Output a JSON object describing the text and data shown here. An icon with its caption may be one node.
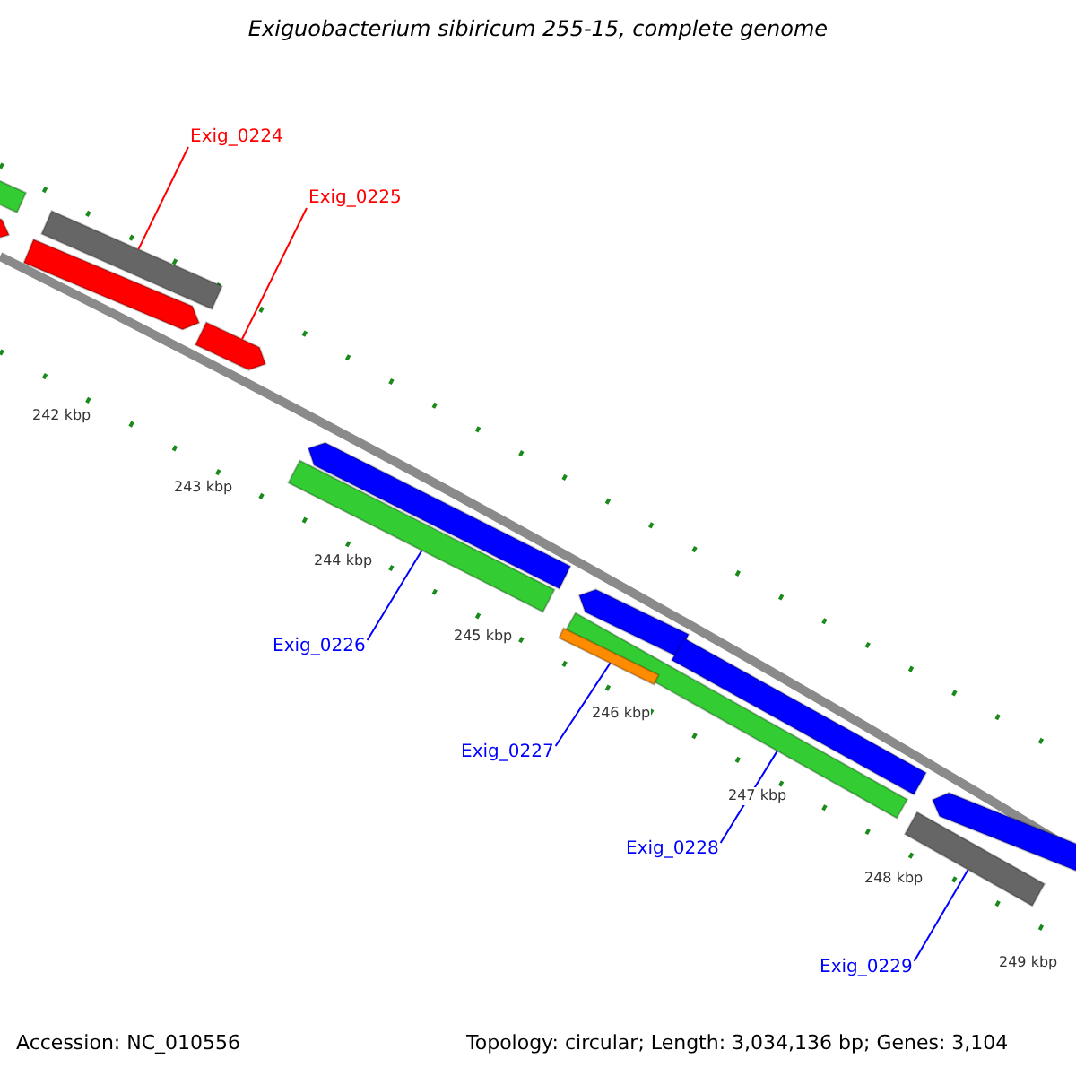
{
  "diagram": {
    "title": "Exiguobacterium sibiricum 255-15, complete genome",
    "nodes": [
      {
        "text": [
          "Exig_0224"
        ]
      },
      {
        "text": [],
        "shape": "bar"
      },
      {
        "text": [
          "Exig_0225"
        ]
      },
      {
        "text": [],
        "shape": "bar"
      },
      {
        "text": [
          "Exig_0226"
        ]
      },
      {
        "text": [],
        "shape": "bar"
      },
      {
        "text": [
          "Exig_0227"
        ]
      },
      {
        "text": [],
        "shape": "bar"
      },
      {
        "text": [
          "Exig_0228"
        ]
      },
      {
        "text": [],
        "shape": "bar"
      },
      {
        "text": [
          "Exig_0229"
        ]
      },
      {
        "text": [],
        "shape": "bar"
      }
    ],
    "edges": [
      {
        "from": 0,
        "to": 1,
        "arrow": "none",
        "color": "#ff0000"
      },
      {
        "from": 2,
        "to": 3,
        "arrow": "none",
        "color": "#ff0000"
      },
      {
        "from": 4,
        "to": 5,
        "arrow": "none"
      },
      {
        "from": 6,
        "to": 7,
        "arrow": "none"
      },
      {
        "from": 8,
        "to": 9,
        "arrow": "none"
      },
      {
        "from": 10,
        "to": 11,
        "arrow": "none"
      }
    ],
    "labels": [
      "242 kbp",
      "243 kbp",
      "244 kbp",
      "245 kbp",
      "246 kbp",
      "247 kbp",
      "248 kbp",
      "249 kbp",
      "Accession: NC_010556",
      "Topology: circular; Length: 3,034,136 bp; Genes: 3,104"
    ]
  }
}
